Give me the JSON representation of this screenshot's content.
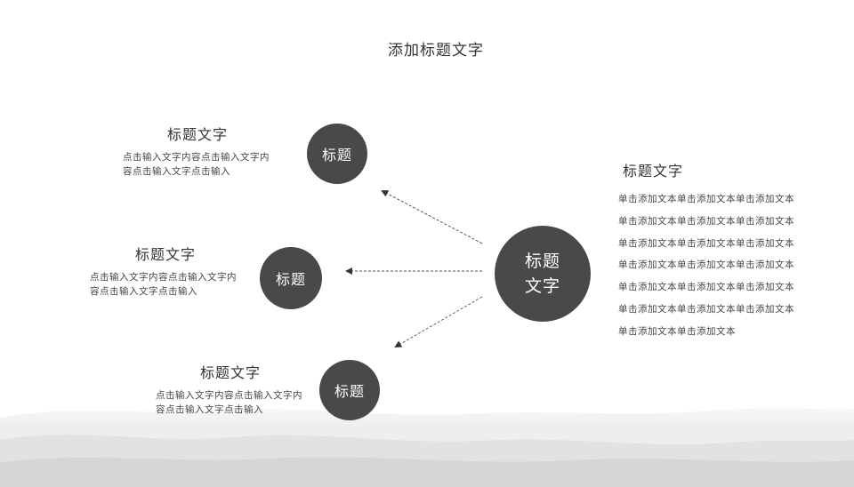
{
  "page": {
    "title": "添加标题文字"
  },
  "center_node": {
    "label": "标题\n文字"
  },
  "nodes": [
    {
      "circle_label": "标题",
      "heading": "标题文字",
      "body": "点击输入文字内容点击输入文字内容点击输入文字点击输入"
    },
    {
      "circle_label": "标题",
      "heading": "标题文字",
      "body": "点击输入文字内容点击输入文字内容点击输入文字点击输入"
    },
    {
      "circle_label": "标题",
      "heading": "标题文字",
      "body": "点击输入文字内容点击输入文字内容点击输入文字点击输入"
    }
  ],
  "right_panel": {
    "heading": "标题文字",
    "body": "单击添加文本单击添加文本单击添加文本单击添加文本单击添加文本单击添加文本单击添加文本单击添加文本单击添加文本单击添加文本单击添加文本单击添加文本单击添加文本单击添加文本单击添加文本单击添加文本单击添加文本单击添加文本单击添加文本单击添加文本"
  },
  "colors": {
    "circle_fill": "#4a4949",
    "connector": "#555555",
    "hill_tone": "#d9d9d9"
  }
}
